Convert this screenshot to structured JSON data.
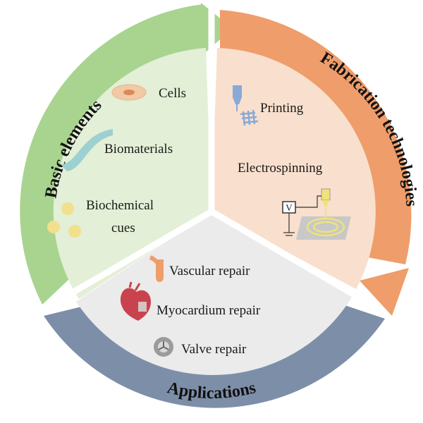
{
  "colors": {
    "green_arrow": "#a8d48f",
    "green_fill": "#e3efd6",
    "orange_arrow": "#ef9d6a",
    "orange_fill": "#f9dfcd",
    "blue_arrow": "#7d8fa8",
    "gray_fill": "#ebebeb"
  },
  "sections": {
    "basic": {
      "title": "Basic elements",
      "items": [
        "Cells",
        "Biomaterials",
        "Biochemical",
        "cues"
      ]
    },
    "fabrication": {
      "title": "Fabrication technologies",
      "items": [
        "Printing",
        "Electrospinning"
      ],
      "voltage_symbol": "V"
    },
    "applications": {
      "title": "Applications",
      "items": [
        "Vascular repair",
        "Myocardium repair",
        "Valve repair"
      ]
    }
  },
  "icons": {
    "cells": "cell-icon",
    "biomaterials": "biomaterial-sheet-icon",
    "biochemical": "biochemical-dots-icon",
    "printing": "printer-nozzle-icon",
    "electrospinning": "electrospinning-setup-icon",
    "vascular": "blood-vessel-icon",
    "myocardium": "heart-icon",
    "valve": "heart-valve-icon"
  }
}
